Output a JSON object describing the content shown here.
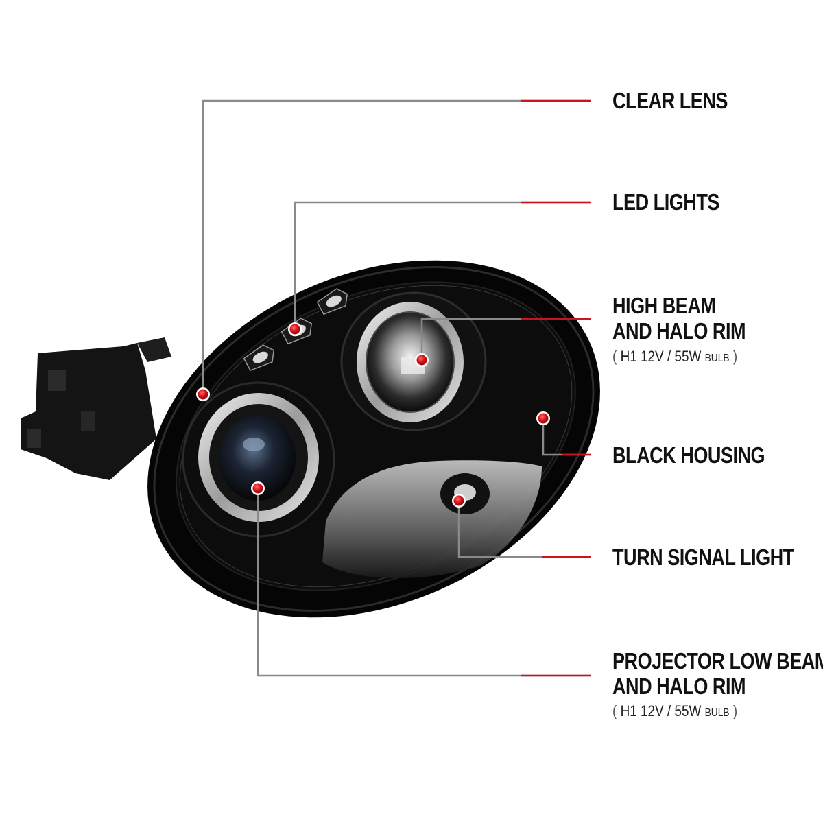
{
  "callouts": [
    {
      "id": "clear-lens",
      "lines": [
        "CLEAR LENS"
      ]
    },
    {
      "id": "led-lights",
      "lines": [
        "LED LIGHTS"
      ]
    },
    {
      "id": "high-beam",
      "lines": [
        "HIGH BEAM",
        "AND HALO RIM"
      ],
      "note": {
        "open": "(",
        "spec": "H1  12V / 55W",
        "unit": "BULB",
        "close": ")"
      }
    },
    {
      "id": "black-housing",
      "lines": [
        "BLACK HOUSING"
      ]
    },
    {
      "id": "turn-signal",
      "lines": [
        "TURN SIGNAL LIGHT"
      ]
    },
    {
      "id": "projector-low-beam",
      "lines": [
        "PROJECTOR LOW BEAM",
        "AND HALO RIM"
      ],
      "note": {
        "open": "(",
        "spec": "H1  12V / 55W",
        "unit": "BULB",
        "close": ")"
      }
    }
  ],
  "colors": {
    "accent": "#c8141a",
    "leader": "#8a8a8a",
    "housing": "#0a0a0a",
    "chrome": "#c9c9c9"
  }
}
